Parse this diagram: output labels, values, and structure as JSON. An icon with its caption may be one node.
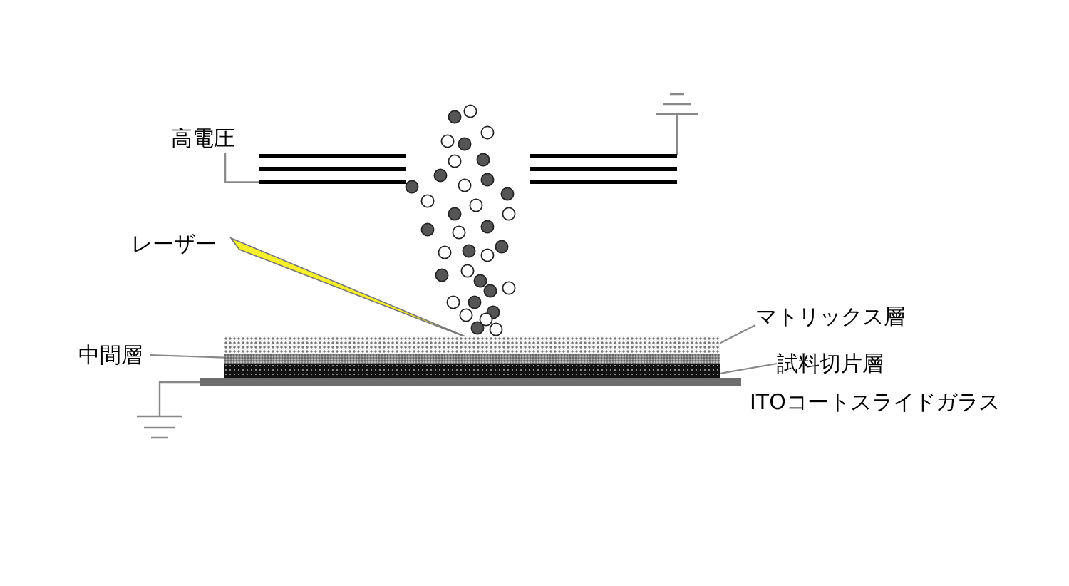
{
  "diagram": {
    "nodes": [
      {
        "text": [
          "高電圧"
        ]
      },
      {
        "text": [],
        "shape": "bar"
      },
      {
        "text": [],
        "shape": "bar"
      },
      {
        "text": [
          "中間層"
        ]
      },
      {
        "text": [],
        "shape": "box"
      },
      {
        "text": [],
        "shape": "box"
      },
      {
        "text": [],
        "shape": "box"
      },
      {
        "text": [],
        "shape": "bar"
      },
      {
        "text": [
          "マトリックス層"
        ]
      },
      {
        "text": [
          "試料切片層"
        ]
      }
    ],
    "edges": [
      {
        "from": 0,
        "to": 1,
        "arrow": "none"
      },
      {
        "from": 3,
        "to": 5,
        "arrow": "none"
      },
      {
        "from": 8,
        "to": 4,
        "arrow": "none"
      },
      {
        "from": 9,
        "to": 6,
        "arrow": "none"
      }
    ],
    "labels": [
      "レーザー",
      "ITOコートスライドガラス"
    ]
  }
}
